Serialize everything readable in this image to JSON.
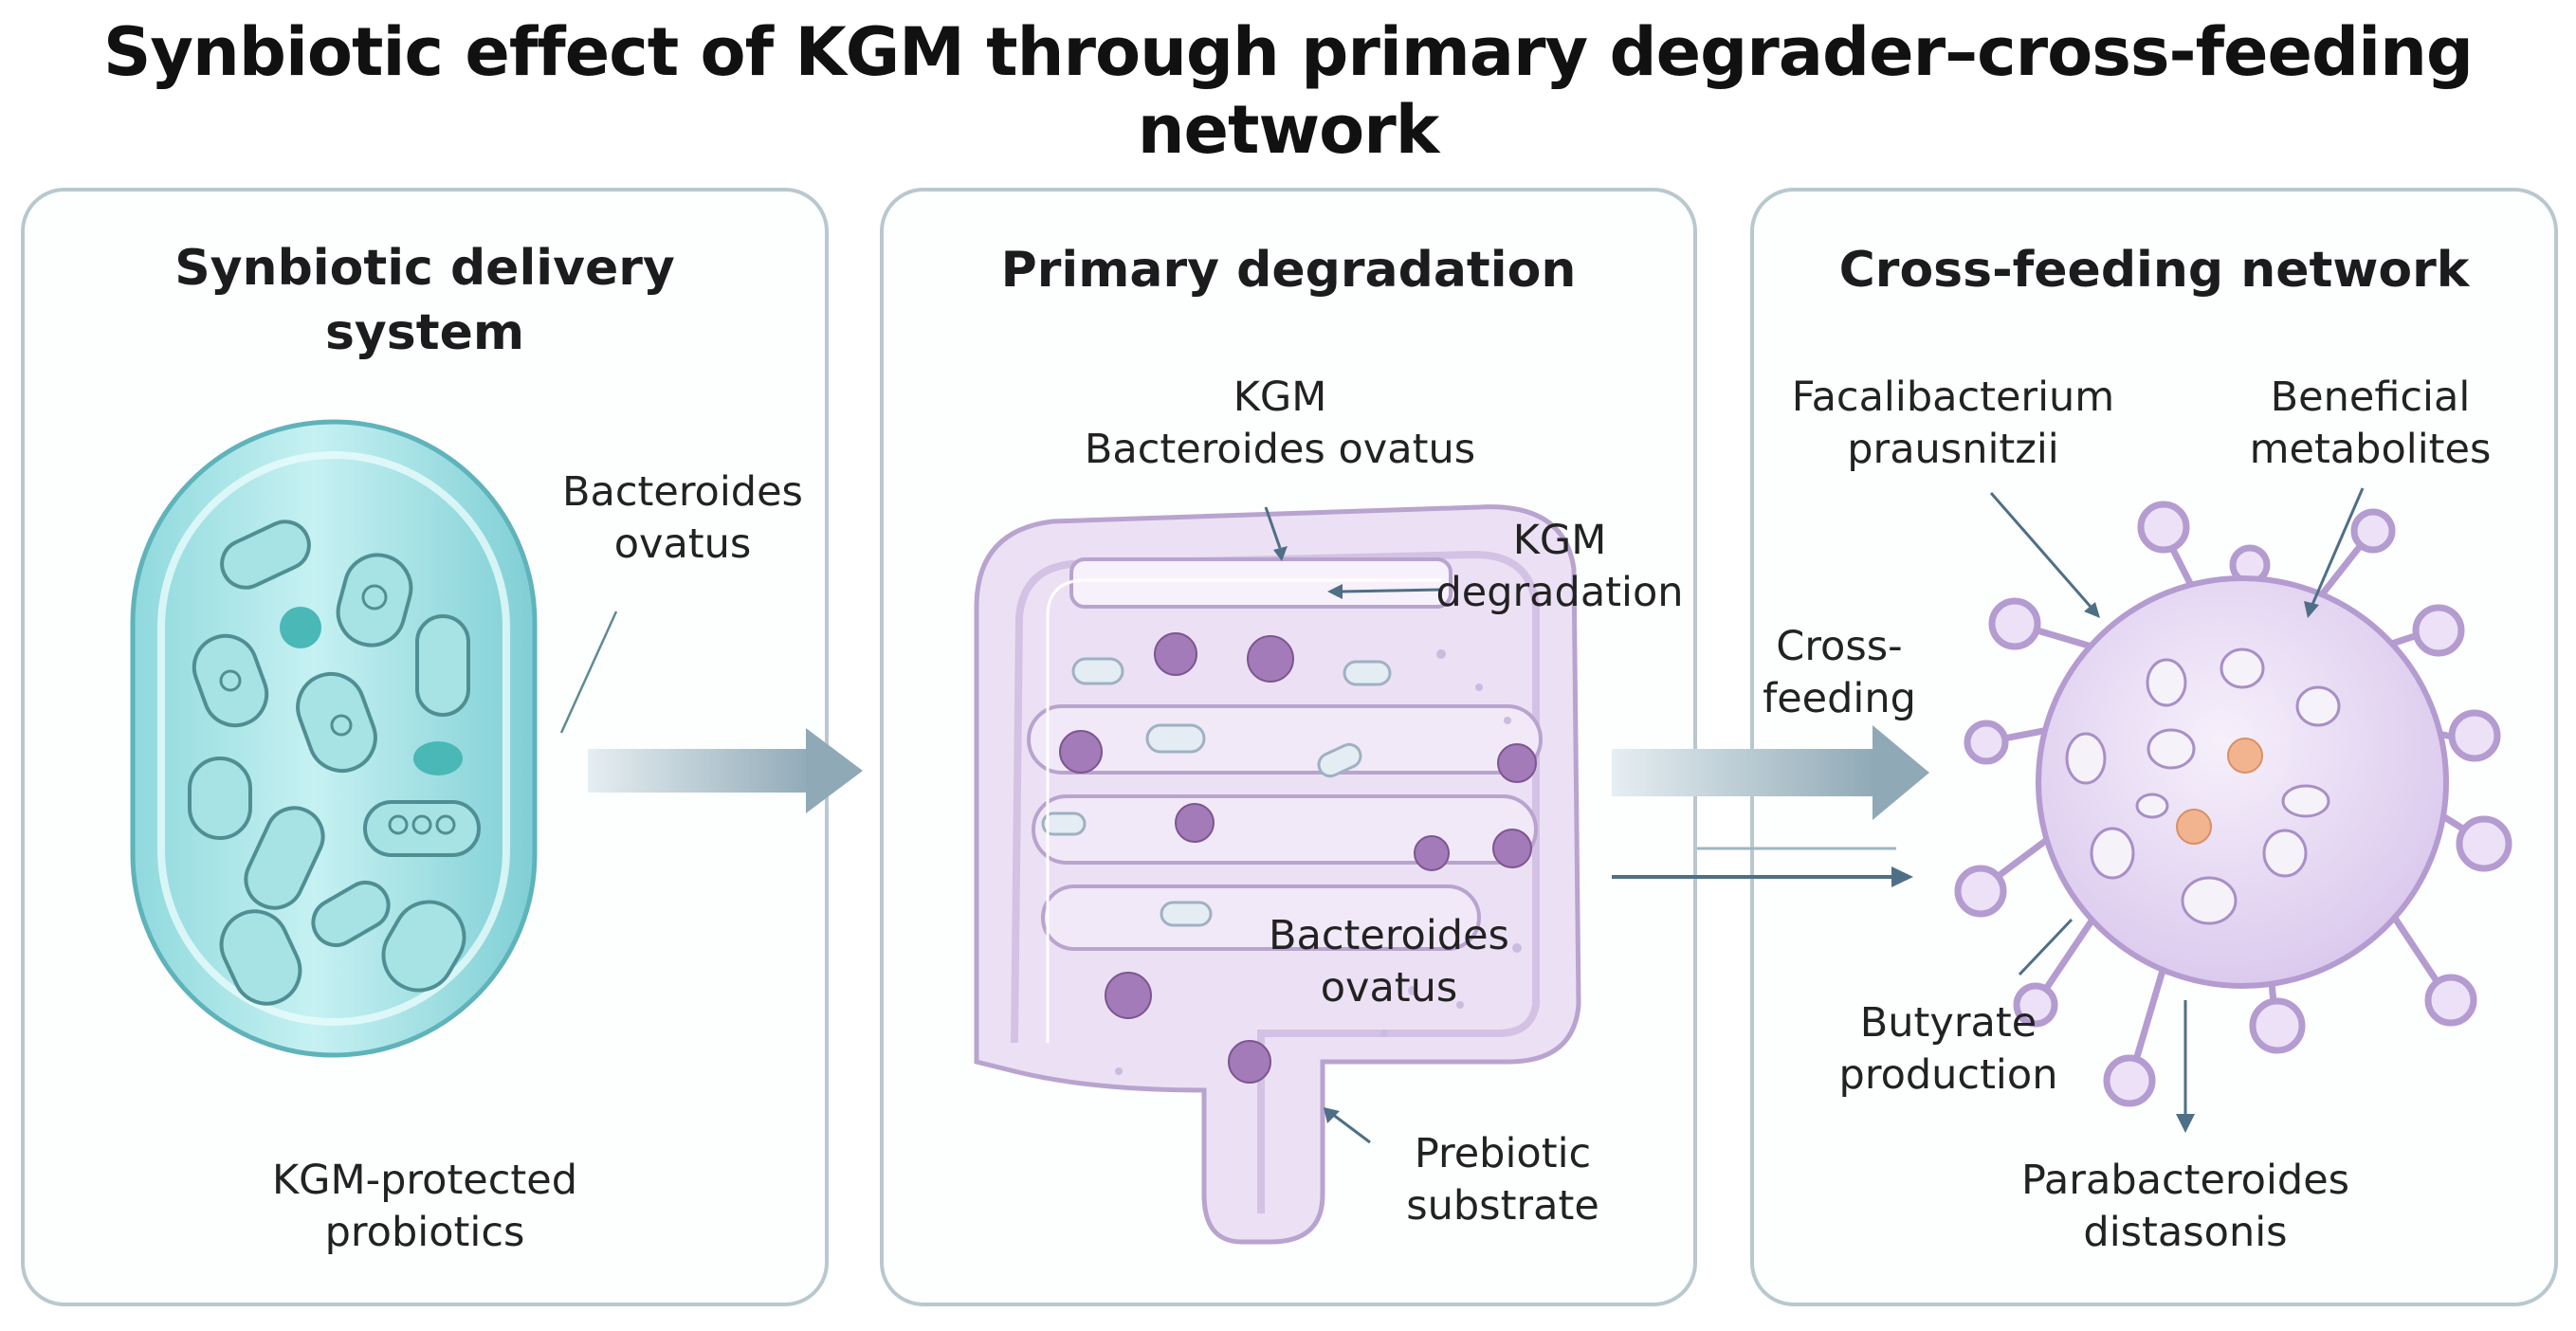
{
  "title": "Synbiotic effect of KGM through primary degrader–cross-feeding network",
  "panels": {
    "delivery": {
      "heading_line1": "Synbiotic delivery",
      "heading_line2": "system",
      "label_bacteroides_line1": "Bacteroides",
      "label_bacteroides_line2": "ovatus",
      "footer_line1": "KGM-protected",
      "footer_line2": "probiotics"
    },
    "degradation": {
      "heading": "Primary degradation",
      "top_label_line1": "KGM",
      "top_label_line2": "Bacteroides ovatus",
      "kgm_degradation_line1": "KGM",
      "kgm_degradation_line2": "degradation",
      "bacteroides_line1": "Bacteroides",
      "bacteroides_line2": "ovatus",
      "prebiotic_line1": "Prebiotic",
      "prebiotic_line2": "substrate"
    },
    "crossfeeding": {
      "heading": "Cross-feeding network",
      "faecali_line1": "Facalibacterium",
      "faecali_line2": "prausnitzii",
      "metabolites_line1": "Beneficial",
      "metabolites_line2": "metabolites",
      "butyrate_line1": "Butyrate",
      "butyrate_line2": "production",
      "parabacteroides_line1": "Parabacteroides",
      "parabacteroides_line2": "distasonis"
    }
  },
  "arrows": {
    "cross_feeding_line1": "Cross-",
    "cross_feeding_line2": "feeding"
  },
  "colors": {
    "capsule": "#bdeef0",
    "capsule_border": "#6ab7bd",
    "intestine": "#e9dcf2",
    "intestine_border": "#b9a3cf",
    "bacteria": "#9b6fb0",
    "cell": "#e7dcf3",
    "arrow": "#9fb6c1",
    "panel_border": "#b9c8cf"
  }
}
